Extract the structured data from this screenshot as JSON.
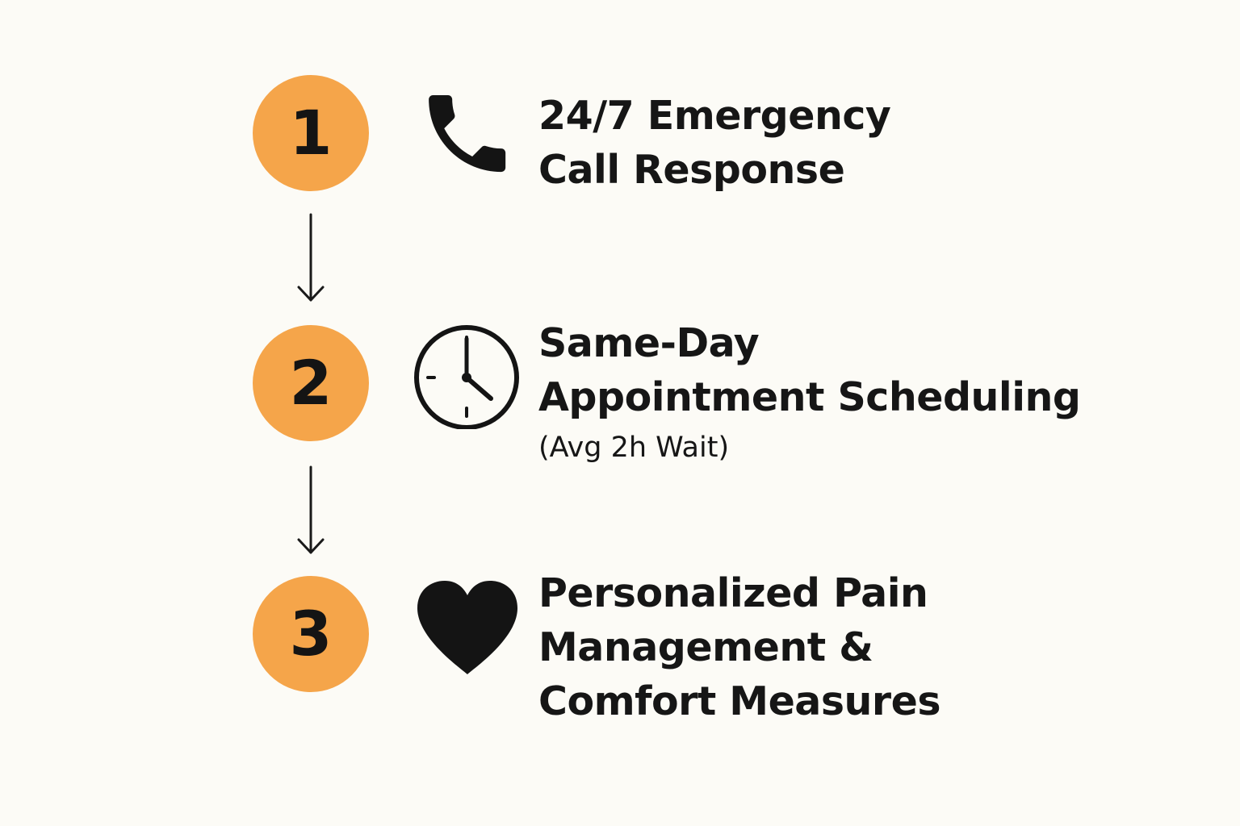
{
  "steps": [
    {
      "number": "1",
      "icon": "phone-icon",
      "lines": [
        "24/7 Emergency",
        "Call Response"
      ]
    },
    {
      "number": "2",
      "icon": "clock-icon",
      "lines": [
        "Same-Day",
        "Appointment Scheduling"
      ],
      "note": "(Avg 2h Wait)"
    },
    {
      "number": "3",
      "icon": "heart-icon",
      "lines": [
        "Personalized Pain",
        "Management &",
        "Comfort Measures"
      ]
    }
  ],
  "colors": {
    "background": "#fcfbf6",
    "circle": "#f5a54a",
    "ink": "#161616"
  }
}
